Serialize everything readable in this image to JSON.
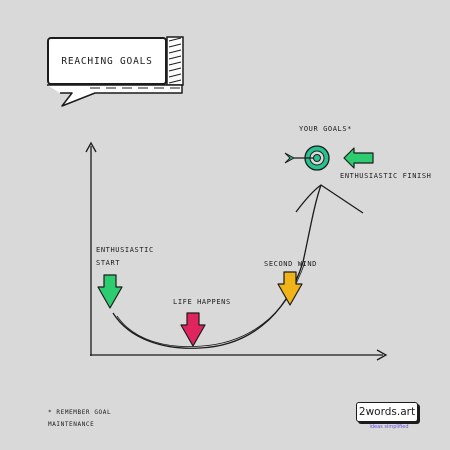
{
  "title": "Reaching Goals",
  "labels": {
    "start": [
      "Enthusiastic",
      "Start"
    ],
    "life": "Life happens",
    "second_wind": "Second wind",
    "goals": "Your goals*",
    "finish": "Enthusiastic finish"
  },
  "footnote": [
    "* Remember goal",
    "maintenance"
  ],
  "brand": {
    "name": "2words.art",
    "tagline": "ideas simplified"
  },
  "colors": {
    "background": "#d9d9d9",
    "ink": "#1c1c1c",
    "green": "#2ecc71",
    "teal": "#26c28f",
    "red": "#e0245e",
    "yellow": "#f0b418",
    "tagline": "#6a4de0"
  },
  "icons": [
    "target-icon",
    "dart-arrow-icon",
    "arrow-down-green-icon",
    "arrow-down-red-icon",
    "arrow-down-yellow-icon",
    "arrow-left-green-icon"
  ]
}
